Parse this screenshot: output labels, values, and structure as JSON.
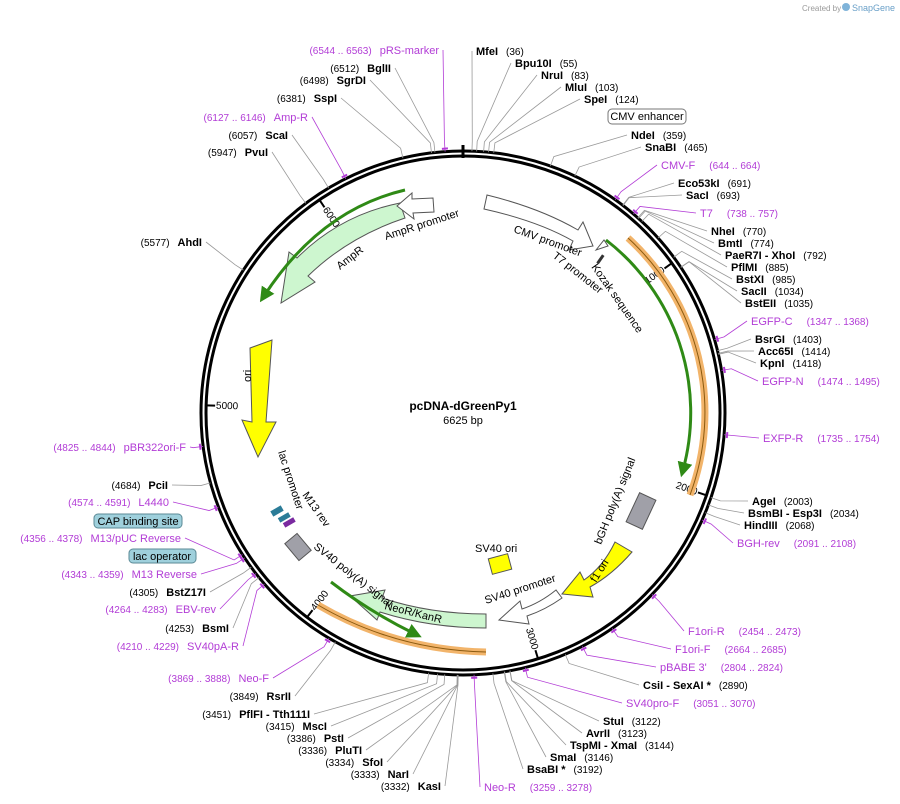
{
  "plasmid": {
    "name": "pcDNA-dGreenPy1",
    "length_label": "6625 bp",
    "length": 6625
  },
  "credit": {
    "prefix": "Created by",
    "brand": "SnapGene"
  },
  "ticks": [
    {
      "pos": 1000,
      "label": "1000"
    },
    {
      "pos": 2000,
      "label": "2000"
    },
    {
      "pos": 3000,
      "label": "3000"
    },
    {
      "pos": 4000,
      "label": "4000"
    },
    {
      "pos": 5000,
      "label": "5000"
    },
    {
      "pos": 6000,
      "label": "6000"
    }
  ],
  "sites": [
    {
      "name": "MfeI",
      "pos": "(36)",
      "anchor": 36
    },
    {
      "name": "Bpu10I",
      "pos": "(55)",
      "anchor": 55
    },
    {
      "name": "NruI",
      "pos": "(83)",
      "anchor": 83
    },
    {
      "name": "MluI",
      "pos": "(103)",
      "anchor": 103
    },
    {
      "name": "SpeI",
      "pos": "(124)",
      "anchor": 124
    },
    {
      "name": "NdeI",
      "pos": "(359)",
      "anchor": 359
    },
    {
      "name": "SnaBI",
      "pos": "(465)",
      "anchor": 465
    },
    {
      "name": "Eco53kI",
      "pos": "(691)",
      "anchor": 691
    },
    {
      "name": "SacI",
      "pos": "(693)",
      "anchor": 693
    },
    {
      "name": "NheI",
      "pos": "(770)",
      "anchor": 770
    },
    {
      "name": "BmtI",
      "pos": "(774)",
      "anchor": 774
    },
    {
      "name": "PaeR7I - XhoI",
      "pos": "(792)",
      "anchor": 792
    },
    {
      "name": "PflMI",
      "pos": "(885)",
      "anchor": 885
    },
    {
      "name": "BstXI",
      "pos": "(985)",
      "anchor": 985
    },
    {
      "name": "SacII",
      "pos": "(1034)",
      "anchor": 1034
    },
    {
      "name": "BstEII",
      "pos": "(1035)",
      "anchor": 1035
    },
    {
      "name": "BsrGI",
      "pos": "(1403)",
      "anchor": 1403
    },
    {
      "name": "Acc65I",
      "pos": "(1414)",
      "anchor": 1414
    },
    {
      "name": "KpnI",
      "pos": "(1418)",
      "anchor": 1418
    },
    {
      "name": "AgeI",
      "pos": "(2003)",
      "anchor": 2003
    },
    {
      "name": "BsmBI - Esp3I",
      "pos": "(2034)",
      "anchor": 2034
    },
    {
      "name": "HindIII",
      "pos": "(2068)",
      "anchor": 2068
    },
    {
      "name": "CsiI - SexAI *",
      "pos": "(2890)",
      "anchor": 2890
    },
    {
      "name": "StuI",
      "pos": "(3122)",
      "anchor": 3122
    },
    {
      "name": "AvrII",
      "pos": "(3123)",
      "anchor": 3123
    },
    {
      "name": "TspMI - XmaI",
      "pos": "(3144)",
      "anchor": 3144
    },
    {
      "name": "SmaI",
      "pos": "(3146)",
      "anchor": 3146
    },
    {
      "name": "BsaBI *",
      "pos": "(3192)",
      "anchor": 3192
    },
    {
      "name": "KasI",
      "pos": "(3332)",
      "anchor": 3332
    },
    {
      "name": "NarI",
      "pos": "(3333)",
      "anchor": 3333
    },
    {
      "name": "SfoI",
      "pos": "(3334)",
      "anchor": 3334
    },
    {
      "name": "PluTI",
      "pos": "(3336)",
      "anchor": 3336
    },
    {
      "name": "PstI",
      "pos": "(3386)",
      "anchor": 3386
    },
    {
      "name": "MscI",
      "pos": "(3415)",
      "anchor": 3415
    },
    {
      "name": "PflFI - Tth111I",
      "pos": "(3451)",
      "anchor": 3451
    },
    {
      "name": "RsrII",
      "pos": "(3849)",
      "anchor": 3849
    },
    {
      "name": "BsmI",
      "pos": "(4253)",
      "anchor": 4253
    },
    {
      "name": "BstZ17I",
      "pos": "(4305)",
      "anchor": 4305
    },
    {
      "name": "PciI",
      "pos": "(4684)",
      "anchor": 4684
    },
    {
      "name": "AhdI",
      "pos": "(5577)",
      "anchor": 5577
    },
    {
      "name": "PvuI",
      "pos": "(5947)",
      "anchor": 5947
    },
    {
      "name": "ScaI",
      "pos": "(6057)",
      "anchor": 6057
    },
    {
      "name": "SspI",
      "pos": "(6381)",
      "anchor": 6381
    },
    {
      "name": "SgrDI",
      "pos": "(6498)",
      "anchor": 6498
    },
    {
      "name": "BglII",
      "pos": "(6512)",
      "anchor": 6512
    }
  ],
  "primers": [
    {
      "name": "pRS-marker",
      "range": "(6544 .. 6563)",
      "anchor": 6553
    },
    {
      "name": "Amp-R",
      "range": "(6127 .. 6146)",
      "anchor": 6136
    },
    {
      "name": "CMV-F",
      "range": "(644 .. 664)",
      "anchor": 654
    },
    {
      "name": "T7",
      "range": "(738 .. 757)",
      "anchor": 747
    },
    {
      "name": "EGFP-C",
      "range": "(1347 .. 1368)",
      "anchor": 1357
    },
    {
      "name": "EGFP-N",
      "range": "(1474 .. 1495)",
      "anchor": 1484
    },
    {
      "name": "EXFP-R",
      "range": "(1735 .. 1754)",
      "anchor": 1744
    },
    {
      "name": "BGH-rev",
      "range": "(2091 .. 2108)",
      "anchor": 2100
    },
    {
      "name": "F1ori-R",
      "range": "(2454 .. 2473)",
      "anchor": 2463
    },
    {
      "name": "F1ori-F",
      "range": "(2664 .. 2685)",
      "anchor": 2674
    },
    {
      "name": "pBABE 3'",
      "range": "(2804 .. 2824)",
      "anchor": 2814
    },
    {
      "name": "SV40pro-F",
      "range": "(3051 .. 3070)",
      "anchor": 3060
    },
    {
      "name": "Neo-R",
      "range": "(3259 .. 3278)",
      "anchor": 3268
    },
    {
      "name": "Neo-F",
      "range": "(3869 .. 3888)",
      "anchor": 3878
    },
    {
      "name": "SV40pA-R",
      "range": "(4210 .. 4229)",
      "anchor": 4219
    },
    {
      "name": "EBV-rev",
      "range": "(4264 .. 4283)",
      "anchor": 4273
    },
    {
      "name": "M13 Reverse",
      "range": "(4343 .. 4359)",
      "anchor": 4351
    },
    {
      "name": "M13/pUC Reverse",
      "range": "(4356 .. 4378)",
      "anchor": 4367
    },
    {
      "name": "L4440",
      "range": "(4574 .. 4591)",
      "anchor": 4582
    },
    {
      "name": "pBR322ori-F",
      "range": "(4825 .. 4844)",
      "anchor": 4834
    }
  ],
  "boxed_labels": [
    {
      "name": "CMV enhancer"
    },
    {
      "name": "CAP binding site"
    },
    {
      "name": "lac operator"
    }
  ],
  "features": [
    {
      "name": "CMV promoter"
    },
    {
      "name": "T7 promoter"
    },
    {
      "name": "Kozak sequence"
    },
    {
      "name": "bGH poly(A) signal"
    },
    {
      "name": "f1 ori"
    },
    {
      "name": "SV40 ori"
    },
    {
      "name": "SV40 promoter"
    },
    {
      "name": "NeoR/KanR"
    },
    {
      "name": "SV40 poly(A) signal"
    },
    {
      "name": "M13 rev"
    },
    {
      "name": "lac promoter"
    },
    {
      "name": "ori"
    },
    {
      "name": "AmpR"
    },
    {
      "name": "AmpR promoter"
    }
  ],
  "colors": {
    "primer": "#b23cd6",
    "promoter_fill": "#ffffff",
    "cds_fill": "#cdf6cf",
    "ori_fill": "#ffff00",
    "polyA_fill": "#a0a0a8",
    "orf_green": "#2f8a16",
    "orf_orange": "#f2b46a",
    "boxed_blue": "#9fd0dc"
  }
}
